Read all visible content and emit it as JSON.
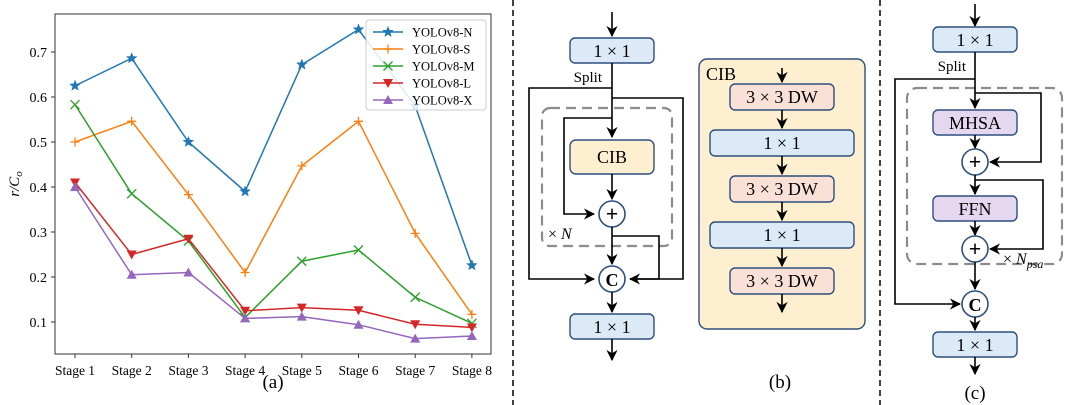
{
  "panels": {
    "a": {
      "caption": "(a)"
    },
    "b": {
      "caption": "(b)",
      "top_block": "1 × 1",
      "split_label": "Split",
      "cib_block": "CIB",
      "add_symbol": "+",
      "repeat_label_prefix": "× ",
      "repeat_label_var": "N",
      "concat_symbol": "C",
      "bottom_block": "1 × 1",
      "cib_detail": {
        "title": "CIB",
        "layers": [
          "3 × 3 DW",
          "1 × 1",
          "3 × 3 DW",
          "1 × 1",
          "3 × 3 DW"
        ]
      }
    },
    "c": {
      "caption": "(c)",
      "top_block": "1 × 1",
      "split_label": "Split",
      "mhsa_block": "MHSA",
      "ffn_block": "FFN",
      "add_symbol": "+",
      "repeat_label_prefix": "× ",
      "repeat_label_var": "N",
      "repeat_label_sub": "psa",
      "concat_symbol": "C",
      "bottom_block": "1 × 1"
    }
  },
  "colors": {
    "block_blue": "#dce9f6",
    "block_yellow": "#fdefcf",
    "block_pink": "#f9e1d7",
    "block_purple": "#e4d7ef",
    "block_border": "#2f4f7f",
    "dashed_gray": "#8c8c8c"
  },
  "chart_data": {
    "type": "line",
    "title": "",
    "xlabel": "",
    "ylabel": "r/C_o",
    "categories": [
      "Stage 1",
      "Stage 2",
      "Stage 3",
      "Stage 4",
      "Stage 5",
      "Stage 6",
      "Stage 7",
      "Stage 8"
    ],
    "yticks": [
      "0.1",
      "0.2",
      "0.3",
      "0.4",
      "0.5",
      "0.6",
      "0.7"
    ],
    "ylim": [
      0.028,
      0.78
    ],
    "grid": false,
    "legend_position": "top-right",
    "series": [
      {
        "name": "YOLOv8-N",
        "color": "#1f77b4",
        "marker": "star",
        "values": [
          0.625,
          0.686,
          0.5,
          0.39,
          0.672,
          0.75,
          0.58,
          0.226
        ]
      },
      {
        "name": "YOLOv8-S",
        "color": "#ff7f0e",
        "marker": "plus",
        "values": [
          0.5,
          0.546,
          0.383,
          0.21,
          0.447,
          0.546,
          0.297,
          0.117
        ]
      },
      {
        "name": "YOLOv8-M",
        "color": "#2ca02c",
        "marker": "x",
        "values": [
          0.583,
          0.385,
          0.28,
          0.11,
          0.235,
          0.26,
          0.155,
          0.097
        ]
      },
      {
        "name": "YOLOv8-L",
        "color": "#d62728",
        "marker": "triangle-down",
        "values": [
          0.41,
          0.25,
          0.285,
          0.125,
          0.132,
          0.126,
          0.095,
          0.088
        ]
      },
      {
        "name": "YOLOv8-X",
        "color": "#9467bd",
        "marker": "triangle-up",
        "values": [
          0.4,
          0.205,
          0.21,
          0.108,
          0.112,
          0.094,
          0.063,
          0.069
        ]
      }
    ]
  }
}
